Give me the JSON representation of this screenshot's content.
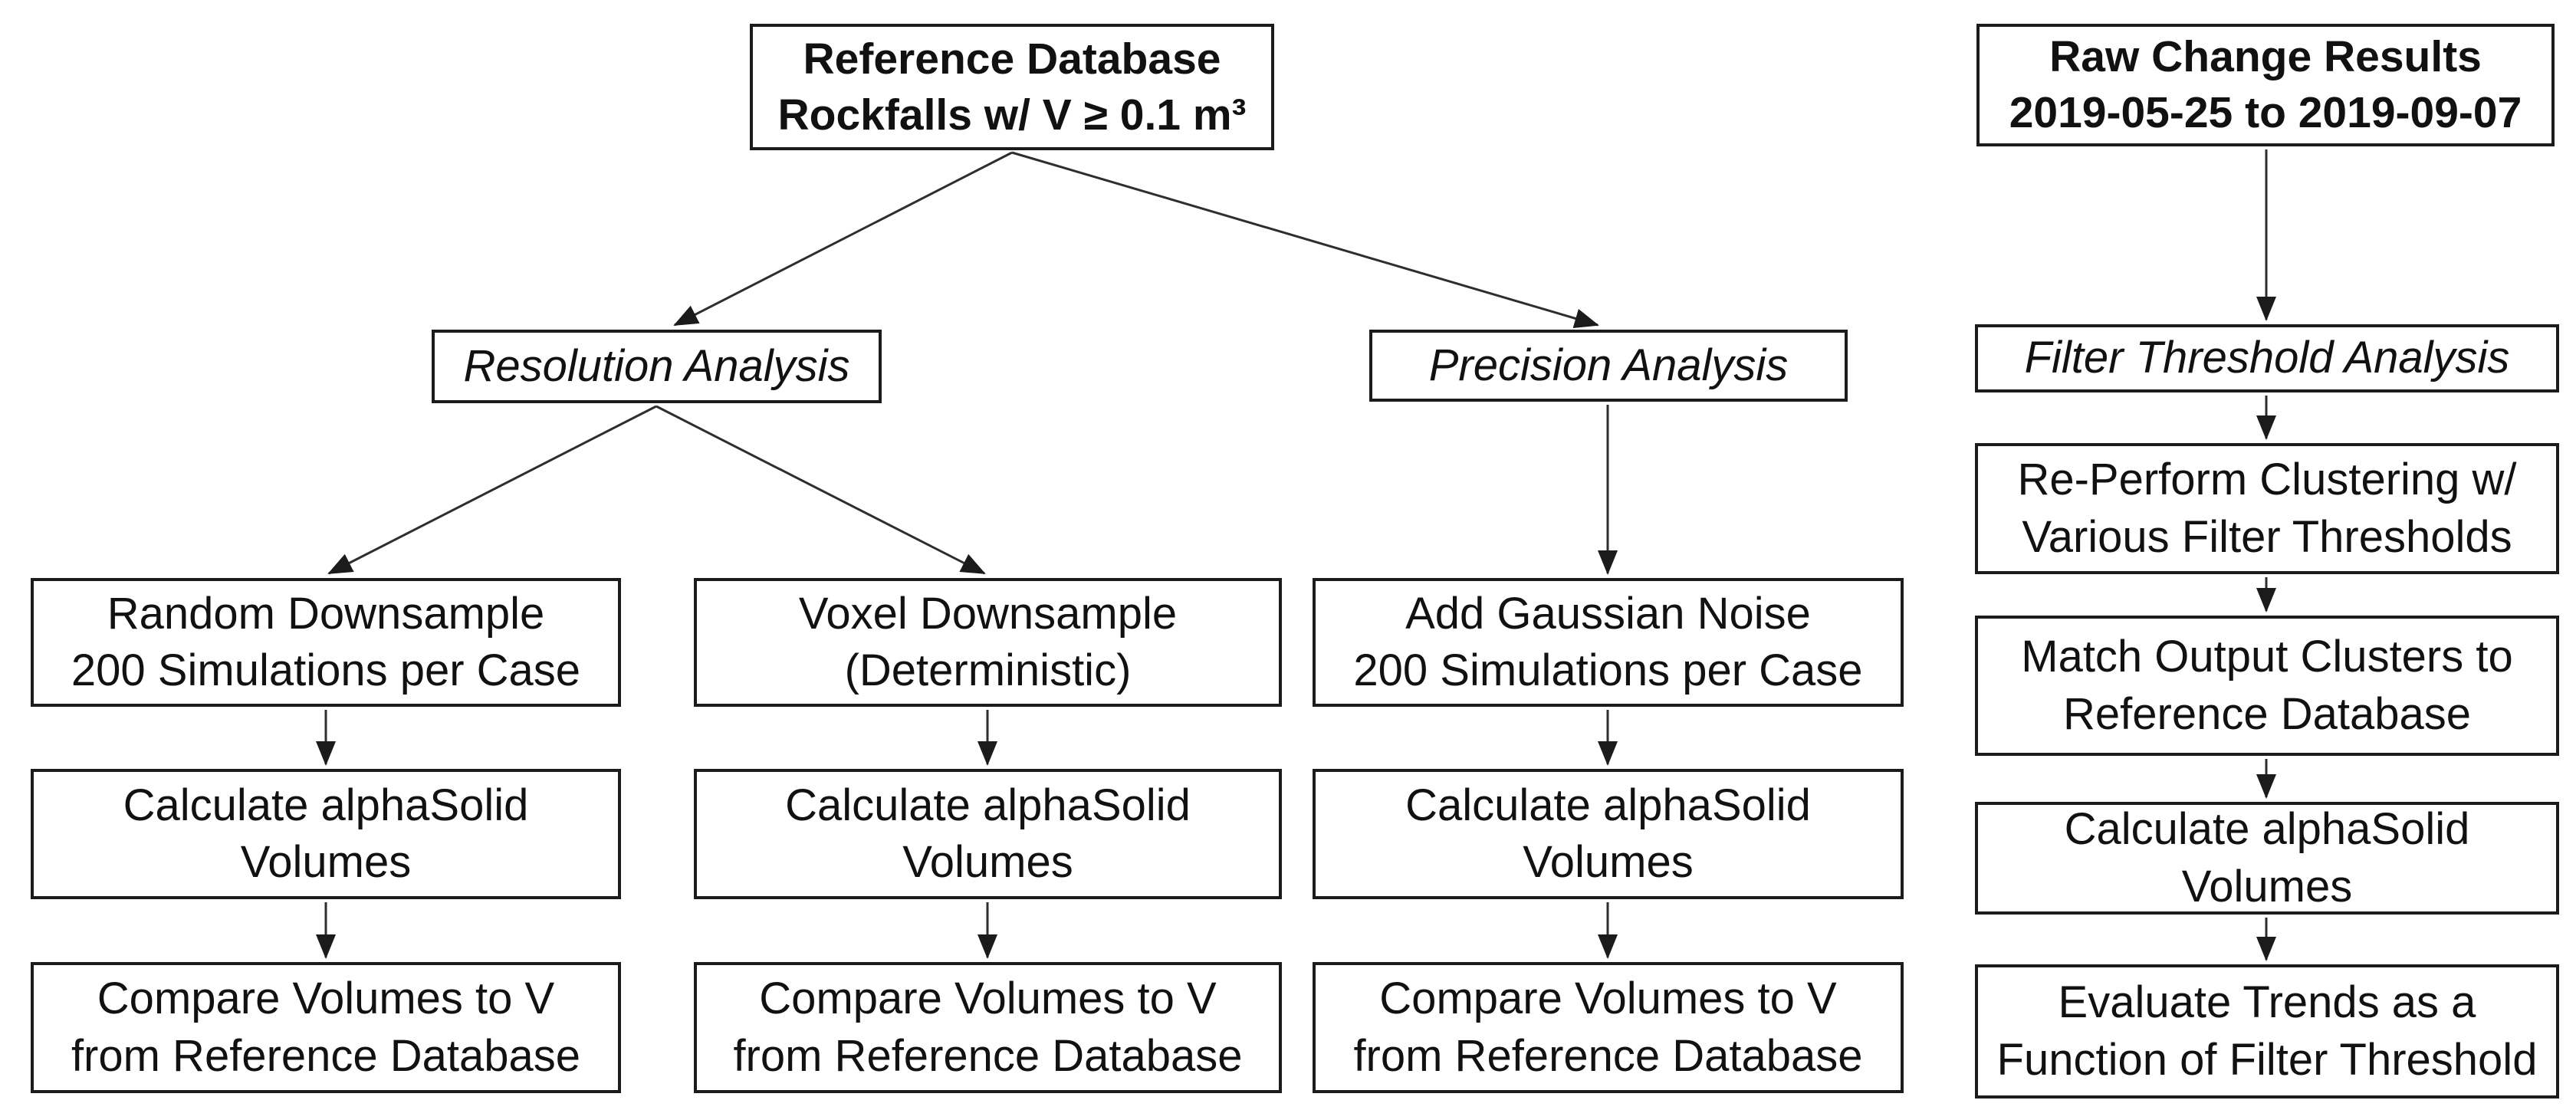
{
  "diagram": {
    "title": "Rockfall analysis workflow flowchart",
    "colors": {
      "background": "#ffffff",
      "box_fill": "#ffffff",
      "box_border": "#1b1b1b",
      "arrow": "#2e2e2e",
      "text": "#111111"
    },
    "nodes": {
      "ref_db": {
        "label": "Reference Database\nRockfalls w/ V ≥ 0.1 m³",
        "text_style": "bold"
      },
      "resolution": {
        "label": "Resolution Analysis",
        "text_style": "italic"
      },
      "precision": {
        "label": "Precision Analysis",
        "text_style": "italic"
      },
      "random_downsample": {
        "label": "Random Downsample\n200 Simulations per Case",
        "text_style": "regular"
      },
      "voxel_downsample": {
        "label": "Voxel Downsample\n(Deterministic)",
        "text_style": "regular"
      },
      "add_gaussian_noise": {
        "label": "Add Gaussian Noise\n200 Simulations per Case",
        "text_style": "regular"
      },
      "calc_volumes_random": {
        "label": "Calculate alphaSolid\nVolumes",
        "text_style": "regular"
      },
      "calc_volumes_voxel": {
        "label": "Calculate alphaSolid\nVolumes",
        "text_style": "regular"
      },
      "calc_volumes_noise": {
        "label": "Calculate alphaSolid\nVolumes",
        "text_style": "regular"
      },
      "compare_volumes_random": {
        "label": "Compare Volumes to V\nfrom Reference Database",
        "text_style": "regular"
      },
      "compare_volumes_voxel": {
        "label": "Compare Volumes to V\nfrom Reference Database",
        "text_style": "regular"
      },
      "compare_volumes_noise": {
        "label": "Compare Volumes to V\nfrom Reference Database",
        "text_style": "regular"
      },
      "raw_change_results": {
        "label": "Raw Change Results\n2019-05-25 to 2019-09-07",
        "text_style": "bold"
      },
      "filter_threshold_analysis": {
        "label": "Filter Threshold Analysis",
        "text_style": "italic"
      },
      "reperform_clustering": {
        "label": "Re-Perform Clustering w/\nVarious Filter Thresholds",
        "text_style": "regular"
      },
      "match_clusters": {
        "label": "Match Output Clusters to\nReference Database",
        "text_style": "regular"
      },
      "calc_volumes_filter": {
        "label": "Calculate alphaSolid\nVolumes",
        "text_style": "regular"
      },
      "evaluate_trends": {
        "label": "Evaluate Trends as a\nFunction of Filter Threshold",
        "text_style": "regular"
      }
    }
  }
}
